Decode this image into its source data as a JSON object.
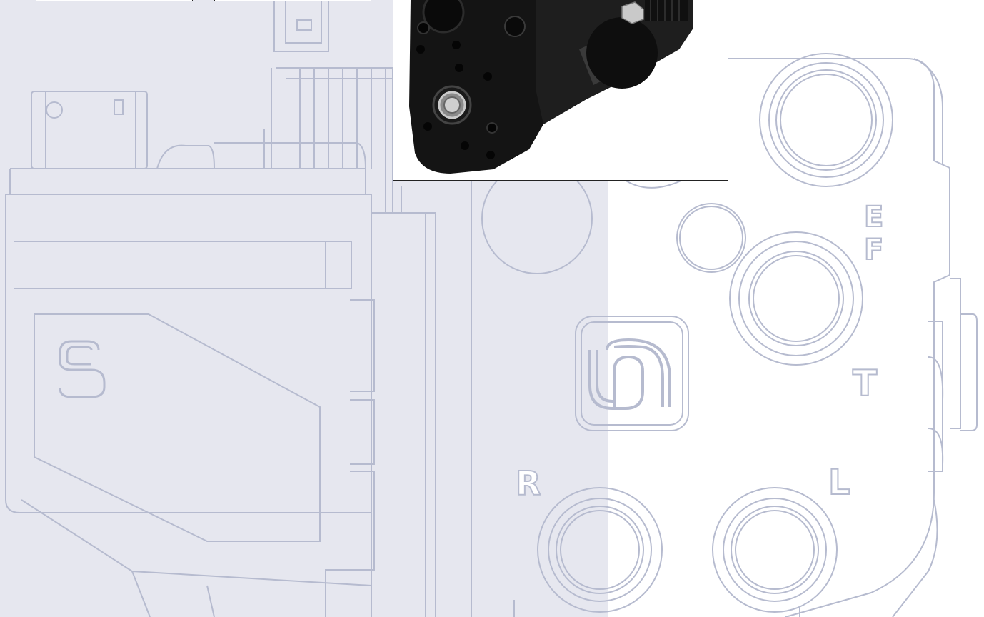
{
  "colors": {
    "panel_left": "#e6e7ef",
    "panel_right": "#ffffff",
    "line_art": "#b6bbcf",
    "frame": "#222222",
    "product_body": "#141414",
    "product_highlight": "#3a3a3a",
    "fitting": "#c9c9c9"
  },
  "background": {
    "subject": "steering-unit-line-drawing",
    "ports": [
      "E",
      "F",
      "T",
      "R",
      "L"
    ]
  },
  "product_photo": {
    "subject": "steering-unit-photo"
  }
}
